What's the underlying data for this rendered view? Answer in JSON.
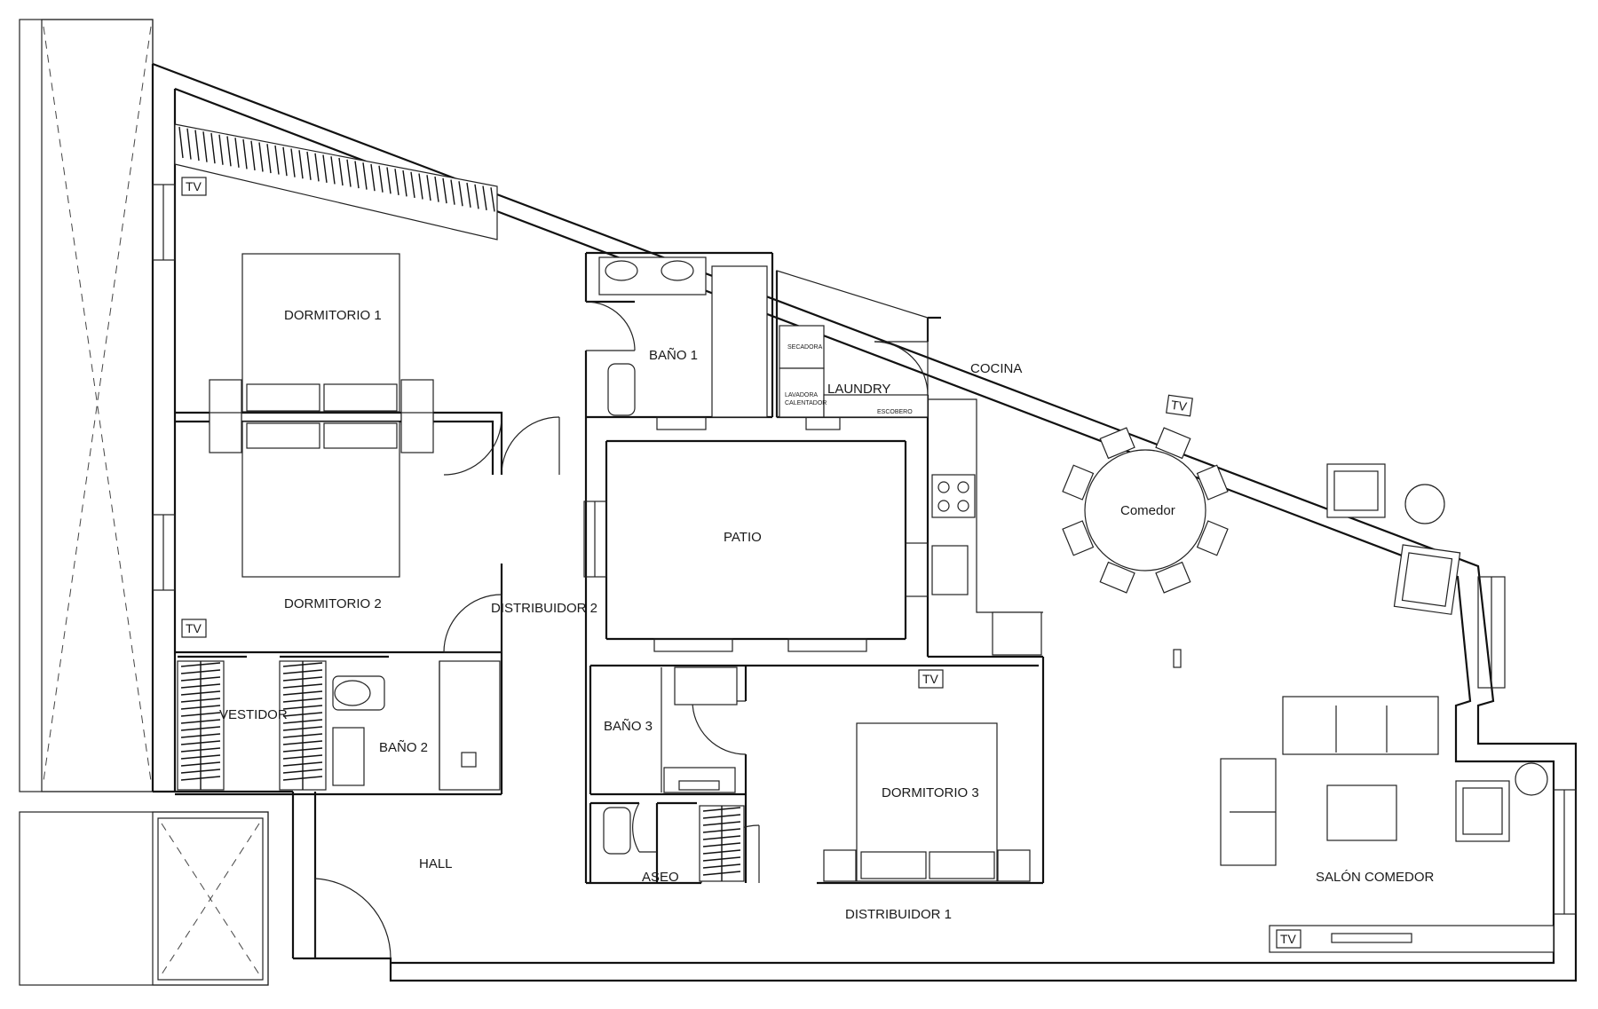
{
  "plan": {
    "rooms": {
      "dormitorio1": "DORMITORIO 1",
      "dormitorio2": "DORMITORIO 2",
      "dormitorio3": "DORMITORIO 3",
      "bano1": "BAÑO 1",
      "bano2": "BAÑO 2",
      "bano3": "BAÑO 3",
      "laundry": "LAUNDRY",
      "cocina": "COCINA",
      "patio": "PATIO",
      "distribuidor1": "DISTRIBUIDOR 1",
      "distribuidor2": "DISTRIBUIDOR 2",
      "vestidor": "VESTIDOR",
      "hall": "HALL",
      "aseo": "ASEO",
      "salon": "SALÓN COMEDOR",
      "comedor": "Comedor"
    },
    "fixtures": {
      "secadora": "SECADORA",
      "lavadora": "LAVADORA",
      "calentador": "CALENTADOR",
      "escobero": "ESCOBERO"
    },
    "tv_label": "TV"
  }
}
